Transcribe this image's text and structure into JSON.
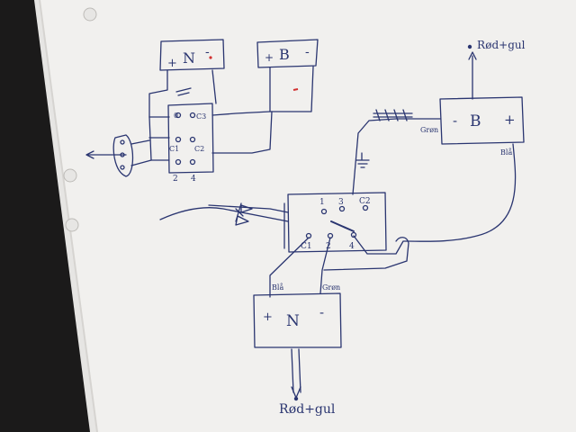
{
  "labels": {
    "top_n_box": "N",
    "top_n_plus": "+",
    "top_n_minus": "-",
    "top_b_box": "B",
    "top_b_plus": "+",
    "top_b_minus": "-",
    "right_b_box": "B",
    "right_b_minus": "-",
    "right_b_plus": "+",
    "right_b_antenna": "Rød+gul",
    "right_b_wire_left": "Grøn",
    "right_b_wire_bottom": "Blå",
    "bottom_n_box": "N",
    "bottom_n_plus": "+",
    "bottom_n_minus": "-",
    "bottom_n_wire_left": "Blå",
    "bottom_n_wire_right": "Grøn",
    "bottom_antenna": "Rød+gul",
    "switch_top": [
      "1",
      "3",
      "C2"
    ],
    "switch_bottom": [
      "C1",
      "2",
      "4"
    ],
    "small_switch_top": [
      "0",
      "C3"
    ],
    "small_switch_mid": [
      "C1",
      "C2"
    ],
    "small_switch_bottom": [
      "2",
      "4"
    ]
  },
  "colors": {
    "ink": "#2a3570",
    "paper": "#f1f0ee",
    "red_mark": "#d23030",
    "background": "#1b1a1a"
  }
}
